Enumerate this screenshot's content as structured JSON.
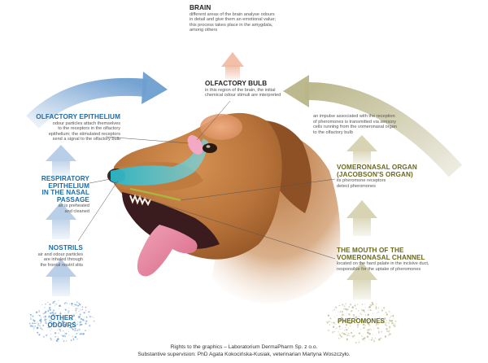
{
  "colors": {
    "blue": "#1d6ca8",
    "olive": "#6b6a1e",
    "dark": "#222222",
    "arrow_blue": "#6f9fd0",
    "arrow_olive": "#b9b588",
    "arrow_peach": "#f1b89e"
  },
  "labels": {
    "brain": {
      "title": "BRAIN",
      "text": "different areas of the brain analyse odours\nin detail and give them an emotional value;\nthis process takes place in the amygdala,\namong others"
    },
    "olfactory_bulb": {
      "title": "OLFACTORY BULB",
      "text": "in this region of the brain, the initial\nchemical odour stimuli are interpreted"
    },
    "olfactory_epithelium": {
      "title": "OLFACTORY EPITHELIUM",
      "text": "odour particles attach themselves\nto the receptors in the olfactory\nepithelium; the stimulated receptors\nsend a signal to the olfactory bulb"
    },
    "respiratory_epithelium": {
      "title": "RESPIRATORY\nEPITHELIUM\nIN THE NASAL\nPASSAGE",
      "text": "air is preheated\nand cleaned"
    },
    "nostrils": {
      "title": "NOSTRILS",
      "text": "air and odour particles\nare inhaled through\nthe frontal nostril slits"
    },
    "pheromone_impulse": {
      "text": "an impulse associated with the reception\nof pheromones is transmitted via sensory\ncells running from the vomeronasal organ\nto the olfactory bulb"
    },
    "vomeronasal_organ": {
      "title": "VOMERONASAL ORGAN\n(JACOBSON'S ORGAN)",
      "text": "its pheromone receptors\ndetect pheromones"
    },
    "vomeronasal_channel": {
      "title": "THE MOUTH OF THE\nVOMERONASAL CHANNEL",
      "text": "located on the hard palate in the incisive duct,\nresponsible for the uptake of pheromones"
    },
    "other_odours": "OTHER\nODOURS",
    "pheromones": "PHEROMONES"
  },
  "credits": {
    "line1": "Rights to the graphics – Laboratorium DermaPharm Sp. z o.o.",
    "line2": "Substantive supervision: PhD Agata Kokocińska-Kusiak, veterinarian Martyna Woszczyło."
  }
}
